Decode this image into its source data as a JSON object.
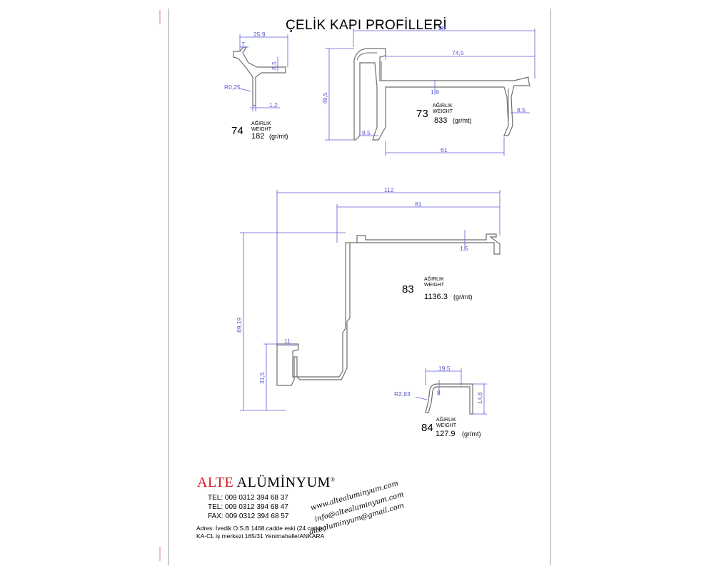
{
  "title": "ÇELİK KAPI PROFİLLERİ",
  "profiles": [
    {
      "code": "74",
      "weight_label_tr": "AĞIRLIK",
      "weight_label_en": "WEIGHT",
      "weight": "182",
      "unit": "(gr/mt)",
      "dimensions": {
        "width": "25,9",
        "top": "7",
        "height": "8,5",
        "radius": "R0,25",
        "thickness": "1,2"
      }
    },
    {
      "code": "73",
      "weight_label_tr": "AĞIRLIK",
      "weight_label_en": "WEIGHT",
      "weight": "833",
      "unit": "(gr/mt)",
      "dimensions": {
        "total": "98",
        "inner": "74,5",
        "height": "49,5",
        "wall": "1,9",
        "lip_right": "8,5",
        "lip_left": "8,5",
        "bottom": "61"
      }
    },
    {
      "code": "83",
      "weight_label_tr": "AĞIRLIK",
      "weight_label_en": "WEIGHT",
      "weight": "1136.3",
      "unit": "(gr/mt)",
      "dimensions": {
        "total": "112",
        "inner": "81",
        "wall": "1,5",
        "height": "89,19",
        "lower": "31,5",
        "foot": "11"
      }
    },
    {
      "code": "84",
      "weight_label_tr": "AĞIRLIK",
      "weight_label_en": "WEIGHT",
      "weight": "127.9",
      "unit": "(gr/mt)",
      "dimensions": {
        "width": "19,5",
        "depth": "8",
        "height": "14,8",
        "radius": "R2,83"
      }
    }
  ],
  "company": {
    "brand_red": "ALTE",
    "brand_rest": " ALÜMİNYUM",
    "registered": "®",
    "tel1": "TEL: 009 0312 394 68 37",
    "tel2": "TEL: 009 0312 394 68 47",
    "fax": "FAX: 009 0312 394 68 57",
    "address_line1": "Adres: İvedik O.S.B 1468.cadde eski (24.cadde)",
    "address_line2": "KA-CL iş merkezi 165/31 Yenimahalle/ANKARA",
    "website": "www.altealuminyum.com",
    "email1": "info@altealuminyum.com",
    "email2": "altealuminyum@gmail.com"
  },
  "colors": {
    "dimension": "#5b5bd6",
    "outline": "#6e6e6e",
    "brand_red": "#d5191f",
    "frame": "#9a9a9a",
    "corner": "#e07a8a"
  }
}
